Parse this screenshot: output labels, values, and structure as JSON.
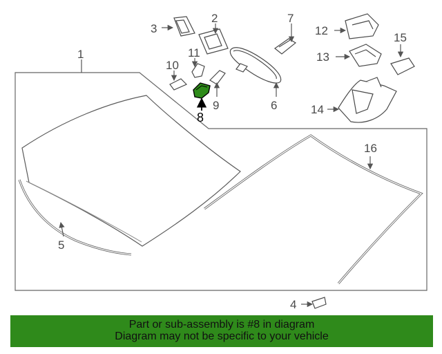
{
  "diagram": {
    "callouts": {
      "c1": "1",
      "c2": "2",
      "c3": "3",
      "c4": "4",
      "c5": "5",
      "c6": "6",
      "c7": "7",
      "c8": "8",
      "c9": "9",
      "c10": "10",
      "c11": "11",
      "c12": "12",
      "c13": "13",
      "c14": "14",
      "c15": "15",
      "c16": "16"
    },
    "highlighted_part": "8",
    "highlight_color": "#2e8b1a"
  },
  "banner": {
    "line1": "Part or sub-assembly is #8 in diagram",
    "line2": "Diagram may not be specific to your vehicle",
    "background": "#2f8a1b"
  }
}
